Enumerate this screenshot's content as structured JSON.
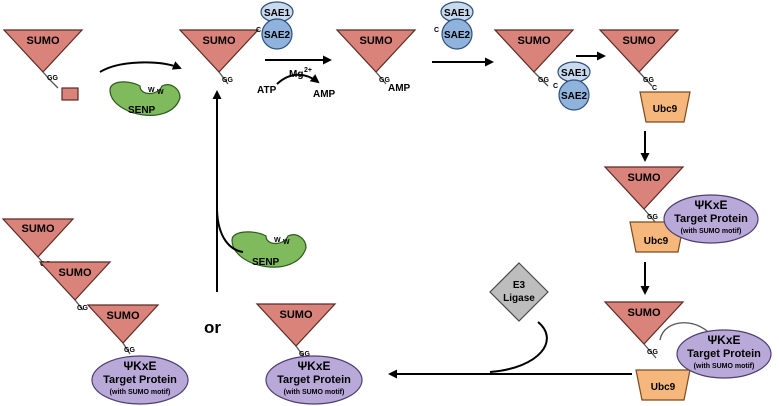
{
  "labels": {
    "sumo": "SUMO",
    "senp": "SENP",
    "sae1": "SAE1",
    "sae2": "SAE2",
    "ubc9": "Ubc9",
    "atp": "ATP",
    "mg": "Mg",
    "mg_sup": "2+",
    "amp": "AMP",
    "gg": "GG",
    "c": "C",
    "w": "W",
    "psikxe": "ΨKxE",
    "target_protein": "Target Protein",
    "with_motif": "(with SUMO motif)",
    "e3_line1": "E3",
    "e3_line2": "Ligase",
    "or": "or"
  },
  "colors": {
    "sumo": "#d9837a",
    "senp": "#7fbb5d",
    "sae2": "#8fb3dc",
    "sae1": "#c9d9ee",
    "ubc9": "#f6b77c",
    "target": "#b9a9d8",
    "e3": "#bdbdbd"
  }
}
